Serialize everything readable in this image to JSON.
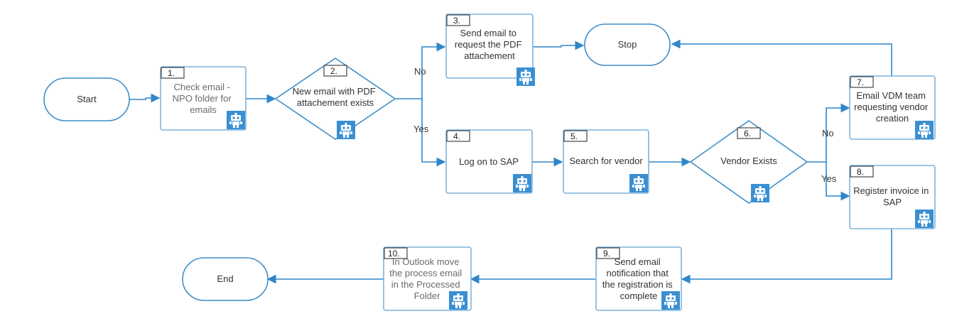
{
  "nodes": {
    "start": "Start",
    "stop": "Stop",
    "end": "End",
    "n1": {
      "num": "1.",
      "lines": [
        "Check email -",
        "NPO folder for",
        "emails"
      ]
    },
    "n2": {
      "num": "2.",
      "lines": [
        "New email with PDF",
        "attachement exists"
      ]
    },
    "n3": {
      "num": "3.",
      "lines": [
        "Send email to",
        "request the PDF",
        "attachement"
      ]
    },
    "n4": {
      "num": "4.",
      "lines": [
        "Log on to SAP"
      ]
    },
    "n5": {
      "num": "5.",
      "lines": [
        "Search for vendor"
      ]
    },
    "n6": {
      "num": "6.",
      "lines": [
        "Vendor Exists"
      ]
    },
    "n7": {
      "num": "7.",
      "lines": [
        "Email VDM team",
        "requesting vendor",
        "creation"
      ]
    },
    "n8": {
      "num": "8.",
      "lines": [
        "Register invoice in",
        "SAP"
      ]
    },
    "n9": {
      "num": "9.",
      "lines": [
        "Send email",
        "notification that",
        "the registration is",
        "complete"
      ]
    },
    "n10": {
      "num": "10.",
      "lines": [
        "In Outlook move",
        "the process email",
        "in the Processed",
        "Folder"
      ]
    }
  },
  "edge_labels": {
    "n2_no": "No",
    "n2_yes": "Yes",
    "n6_no": "No",
    "n6_yes": "Yes"
  },
  "icons": {
    "bot": "robot-icon"
  },
  "colors": {
    "line": "#2f86c8",
    "box_border": "#7cb3dd",
    "robot": "#3a8fd2"
  }
}
